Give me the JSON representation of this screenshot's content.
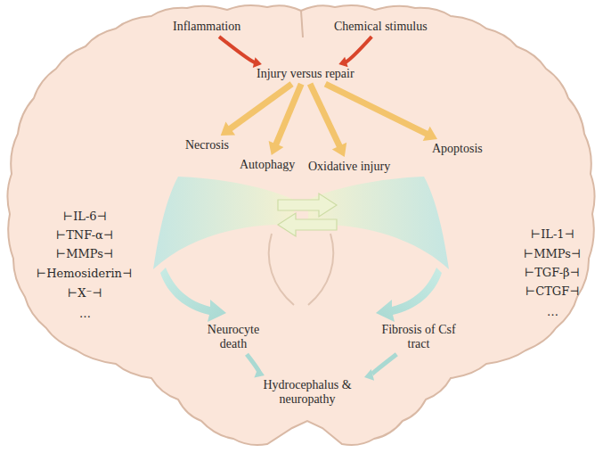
{
  "diagram": {
    "nodes": [
      {
        "text": [
          "Inflammation"
        ]
      },
      {
        "text": [
          "Chemical stimulus"
        ]
      },
      {
        "text": [
          "Injury versus repair"
        ]
      },
      {
        "text": [
          "Necrosis"
        ]
      },
      {
        "text": [
          "Autophagy"
        ]
      },
      {
        "text": [
          "Oxidative injury"
        ]
      },
      {
        "text": [
          "Apoptosis"
        ]
      },
      {
        "text": [
          "Neurocyte death"
        ]
      },
      {
        "text": [
          "Fibrosis of Csf tract"
        ]
      },
      {
        "text": [
          "Hydrocephalus & neuropathy"
        ]
      }
    ],
    "edges": [
      {
        "from": 0,
        "to": 2,
        "arrow": "to"
      },
      {
        "from": 1,
        "to": 2,
        "arrow": "to"
      },
      {
        "from": 2,
        "to": 3,
        "arrow": "to"
      },
      {
        "from": 2,
        "to": 4,
        "arrow": "to"
      },
      {
        "from": 2,
        "to": 5,
        "arrow": "to"
      },
      {
        "from": 2,
        "to": 6,
        "arrow": "to"
      },
      {
        "from": 7,
        "to": 9,
        "arrow": "to"
      },
      {
        "from": 8,
        "to": 9,
        "arrow": "to"
      }
    ],
    "labels": [
      "⊢IL-6⊣",
      "⊢TNF-α⊣",
      "⊢MMPs⊣",
      "⊢Hemosiderin⊣",
      "⊢X⁻⊣",
      "…",
      "⊢IL-1⊣",
      "⊢MMPs⊣",
      "⊢TGF-β⊣",
      "⊢CTGF⊣",
      "…"
    ]
  }
}
